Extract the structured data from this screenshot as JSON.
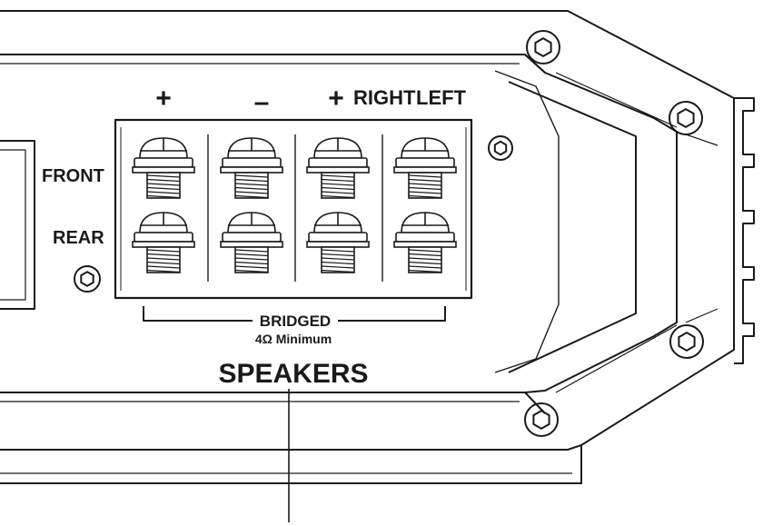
{
  "labels": {
    "polarity_plus_1": "+",
    "polarity_minus": "–",
    "polarity_plus_2": "+",
    "channel_right": "RIGHT",
    "channel_left": "LEFT",
    "row_front": "FRONT",
    "row_rear": "REAR",
    "bridged": "BRIDGED",
    "minimum": "4Ω Minimum",
    "speakers": "SPEAKERS"
  },
  "terminals": {
    "columns": 4,
    "rows": 2
  },
  "colors": {
    "line": "#1a1a1a",
    "background": "#ffffff"
  }
}
